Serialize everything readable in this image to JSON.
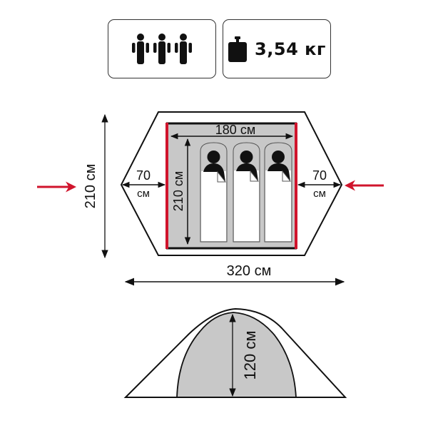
{
  "spec_boxes": {
    "capacity": {
      "icon": "three-people-icon",
      "people_count": 3
    },
    "weight": {
      "icon": "weight-icon",
      "value": "3,54 кг"
    }
  },
  "floor_plan": {
    "total_width_label": "320 см",
    "total_depth_label": "210 см",
    "inner_width_label": "180 см",
    "inner_depth_label": "210 см",
    "left_vestibule": {
      "value": "70",
      "unit": "см"
    },
    "right_vestibule": {
      "value": "70",
      "unit": "см"
    },
    "sleeping_places": 3,
    "entrances": [
      "left",
      "right"
    ]
  },
  "side_view": {
    "height_label": "120 см"
  },
  "colors": {
    "outline": "#111111",
    "inner_fill": "#c8c8c8",
    "door_red": "#d0142c",
    "arrow_red": "#d0142c",
    "background": "#ffffff"
  }
}
